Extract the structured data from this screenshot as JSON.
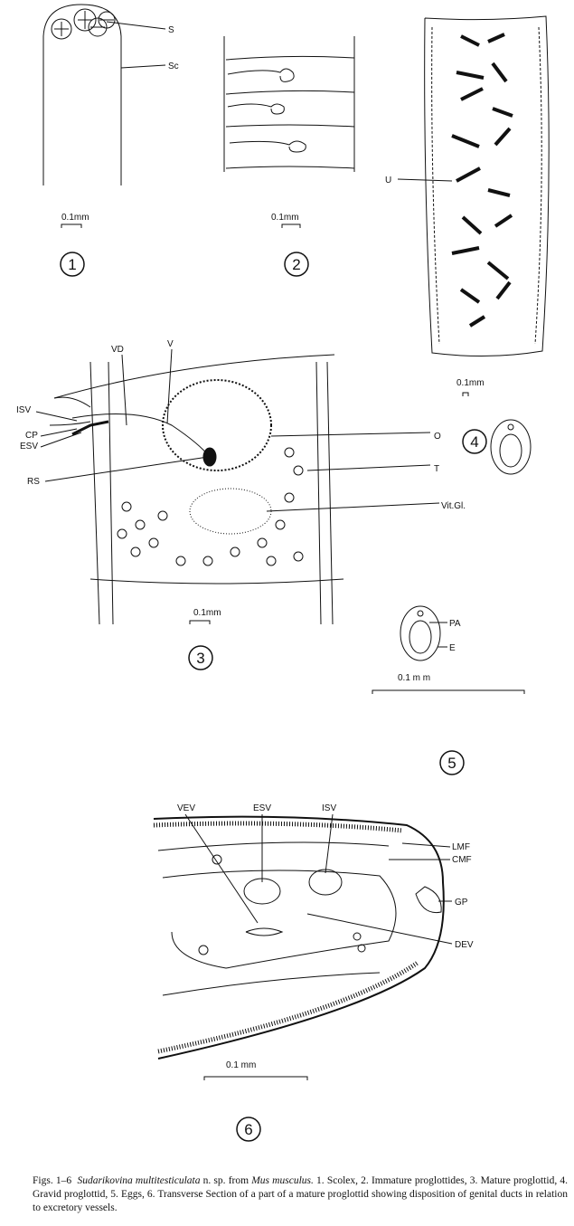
{
  "figures": {
    "fig1": {
      "number": "1",
      "labels": {
        "s": "S",
        "sc": "Sc"
      },
      "scale": "0.1mm"
    },
    "fig2": {
      "number": "2",
      "scale": "0.1mm"
    },
    "fig3": {
      "number": "3",
      "labels": {
        "vd": "VD",
        "v": "V",
        "isv": "ISV",
        "cp": "CP",
        "esv": "ESV",
        "rs": "RS",
        "o": "O",
        "t": "T",
        "vitgl": "Vit.Gl."
      },
      "scale": "0.1mm"
    },
    "fig4": {
      "number": "4",
      "labels": {
        "u": "U"
      },
      "scale": "0.1mm"
    },
    "fig5": {
      "number": "5",
      "labels": {
        "pa": "PA",
        "e": "E"
      },
      "scale": "0.1 m m"
    },
    "fig6": {
      "number": "6",
      "labels": {
        "vev": "VEV",
        "esv": "ESV",
        "isv": "ISV",
        "lmf": "LMF",
        "cmf": "CMF",
        "gp": "GP",
        "dev": "DEV"
      },
      "scale": "0.1 mm"
    }
  },
  "caption": {
    "prefix": "Figs. 1–6",
    "species": "Sudarikovina multitesticulata",
    "mid": " n. sp. from ",
    "host": "Mus musculus.",
    "rest": " 1. Scolex, 2. Immature proglottides, 3. Mature proglottid, 4. Gravid proglottid, 5. Eggs, 6. Transverse Section of a part of a mature proglottid showing disposition of genital ducts in relation to excretory vessels."
  }
}
